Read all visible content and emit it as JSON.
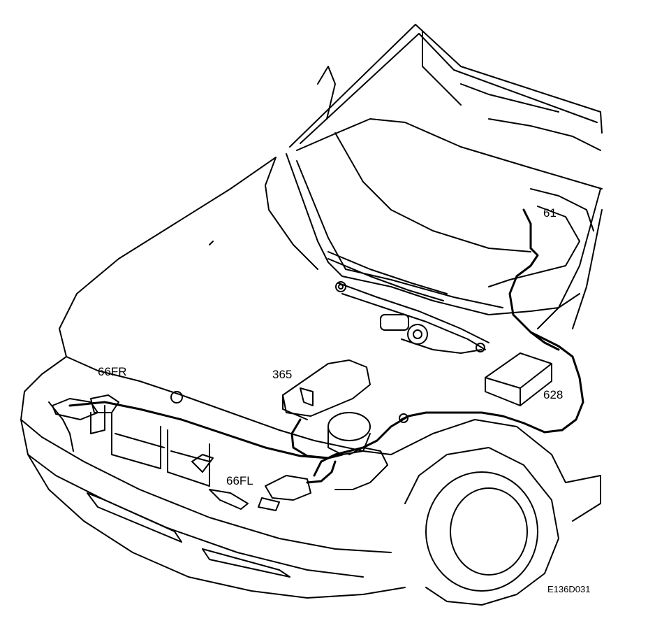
{
  "diagram": {
    "callouts": {
      "c61": "61",
      "c66fr": "66FR",
      "c365": "365",
      "c628": "628",
      "c66fl": "66FL"
    },
    "figure_code": "E136D031"
  }
}
